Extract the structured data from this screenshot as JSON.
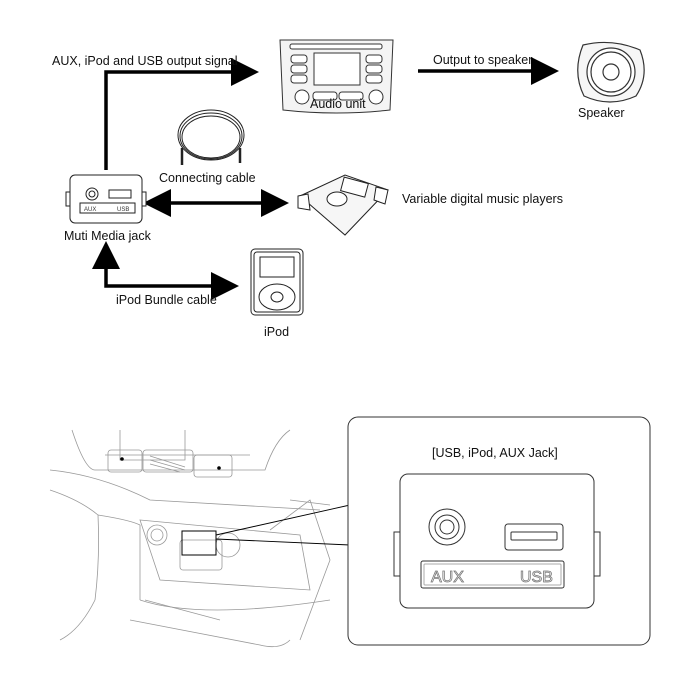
{
  "diagram": {
    "labels": {
      "output_signal": "AUX, iPod and USB output signal",
      "audio_unit": "Audio unit",
      "output_to_speaker": "Output to speaker",
      "speaker": "Speaker",
      "connecting_cable": "Connecting cable",
      "multimedia_jack": "Muti Media jack",
      "digital_players": "Variable digital music players",
      "ipod_cable": "iPod Bundle cable",
      "ipod": "iPod"
    },
    "jack_small": {
      "aux": "AUX",
      "usb": "USB"
    }
  },
  "detail": {
    "title": "[USB, iPod, AUX Jack]",
    "aux": "AUX",
    "usb": "USB"
  }
}
